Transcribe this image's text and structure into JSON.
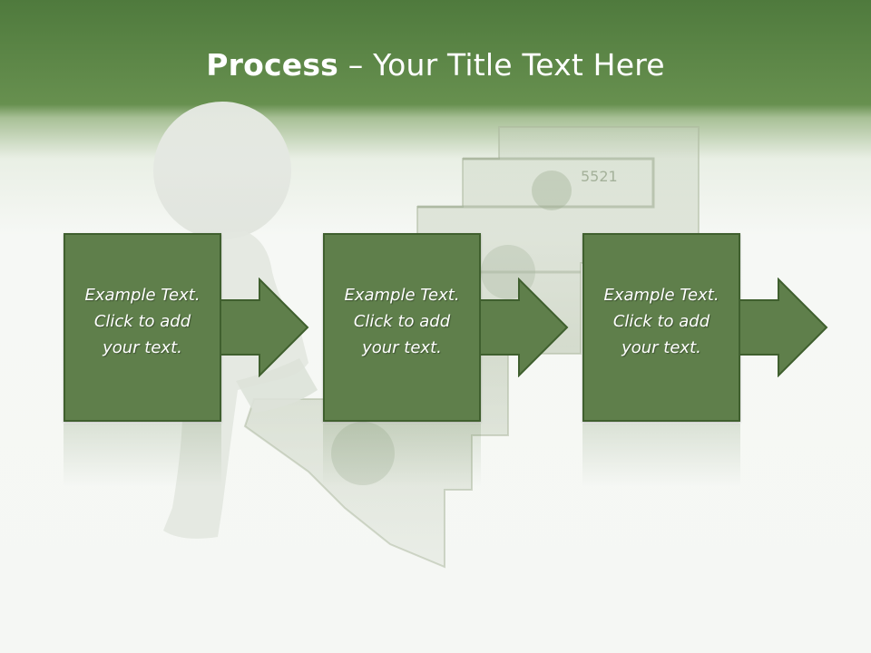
{
  "slide": {
    "title_bold": "Process",
    "title_rest": " – Your Title Text Here"
  },
  "steps": [
    {
      "text": "Example Text.\nClick  to add\nyour text."
    },
    {
      "text": "Example Text.\nClick  to add\nyour text."
    },
    {
      "text": "Example Text.\nClick  to add\nyour text."
    }
  ],
  "colors": {
    "header_green": "#5c8446",
    "box_fill": "#5f7f4b",
    "box_border": "#3f5f2e"
  },
  "icons": [
    "figure-illustration",
    "money-staircase-illustration",
    "right-arrow-icon"
  ]
}
